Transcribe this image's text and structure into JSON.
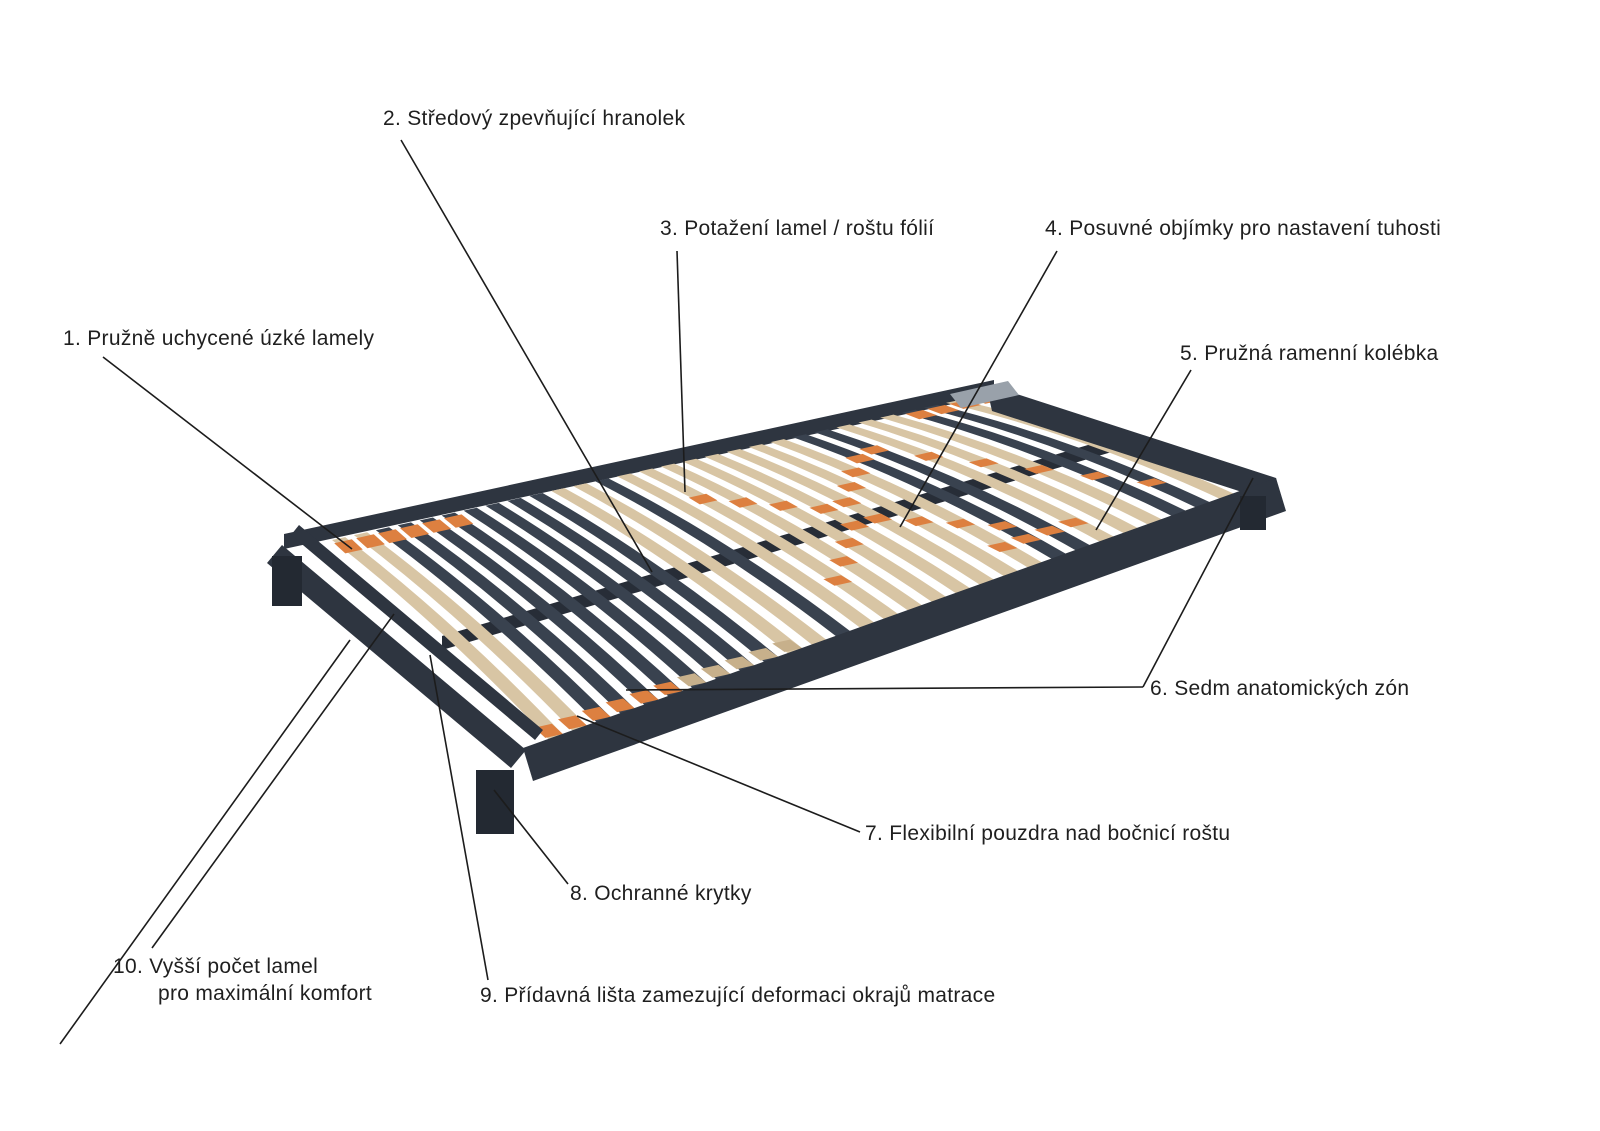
{
  "diagram_title": "Slatted bed base annotated diagram",
  "labels": {
    "l1": "1. Pružně uchycené úzké lamely",
    "l2": "2. Středový zpevňující hranolek",
    "l3": "3. Potažení lamel / roštu fólií",
    "l4": "4. Posuvné objímky pro nastavení tuhosti",
    "l5": "5. Pružná ramenní kolébka",
    "l6": "6. Sedm anatomických zón",
    "l7": "7. Flexibilní pouzdra nad bočnicí roštu",
    "l8": "8. Ochranné krytky",
    "l9": "9. Přídavná lišta zamezující deformaci okrajů matrace",
    "l10_line1": "10. Vyšší počet lamel",
    "l10_line2": "pro maximální komfort"
  },
  "illustration": {
    "frame_color": "#2e3540",
    "slat_dark": "#39424f",
    "slat_light": "#d8c5a4",
    "accent_orange": "#dd8040",
    "clip_beige": "#c7b08b",
    "center_bar_color": "#272d37",
    "leg_color": "#232932",
    "corner_cap_color": "#99a1aa",
    "leader_line_color": "#1c1c1c"
  }
}
